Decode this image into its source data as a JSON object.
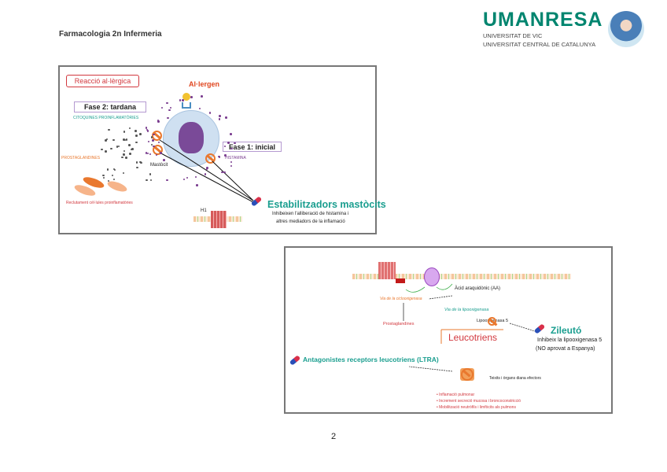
{
  "header": {
    "title": "Farmacologia 2n Infermeria",
    "logo_text": "UMANRESA",
    "university_lines": [
      "UNIVERSITAT DE VIC",
      "UNIVERSITAT CENTRAL DE CATALUNYA"
    ]
  },
  "figure1": {
    "title": "Reacció al·lèrgica",
    "allergen": "Al·lergen",
    "phase2": "Fase 2: tardana",
    "cytokines": "CITOQUINES PROINFLAMATÒRIES",
    "prostaglandins": "PROSTAGLANDINES",
    "mastcell": "Mastòcit",
    "phase1": "Fase 1: inicial",
    "histamine": "HISTAMINA",
    "recruitment": "Reclutament cèl·lules proinflamatòries",
    "receptor": "H1",
    "drug": "Estabilitzadors mastòcits",
    "drug_desc": [
      "Inhibeixen l'alliberació de histamina i",
      "altres mediadors de la inflamació"
    ]
  },
  "figure2": {
    "aa": "Àcid araquidònic (AA)",
    "cox": "Via de la ciclooxigenasa",
    "lox": "Via de la lipooxigenasa",
    "prostaglandins": "Prostaglandines",
    "lox5": "Lipooxigenasa 5",
    "leukotrienes": "Leucotriens",
    "drug1": "Zileutó",
    "drug1_desc": [
      "Inhibeix la lipooxigenasa 5",
      "(NO aprovat a Espanya)"
    ],
    "drug2": "Antagonistes receptors leucotriens (LTRA)",
    "targets": "Teixits i òrgans diana efectors",
    "effects": [
      "Inflamació pulmonar",
      "Increment secreció mucosa i broncoconstricció",
      "Mobilització neutròfils i limfòcits als pulmons"
    ]
  },
  "footer": {
    "page_number": "2"
  },
  "colors": {
    "teal": "#1a9e8f",
    "red": "#d2383e",
    "orange": "#e9782e",
    "purple": "#7a3d8f",
    "brand": "#00856f"
  }
}
